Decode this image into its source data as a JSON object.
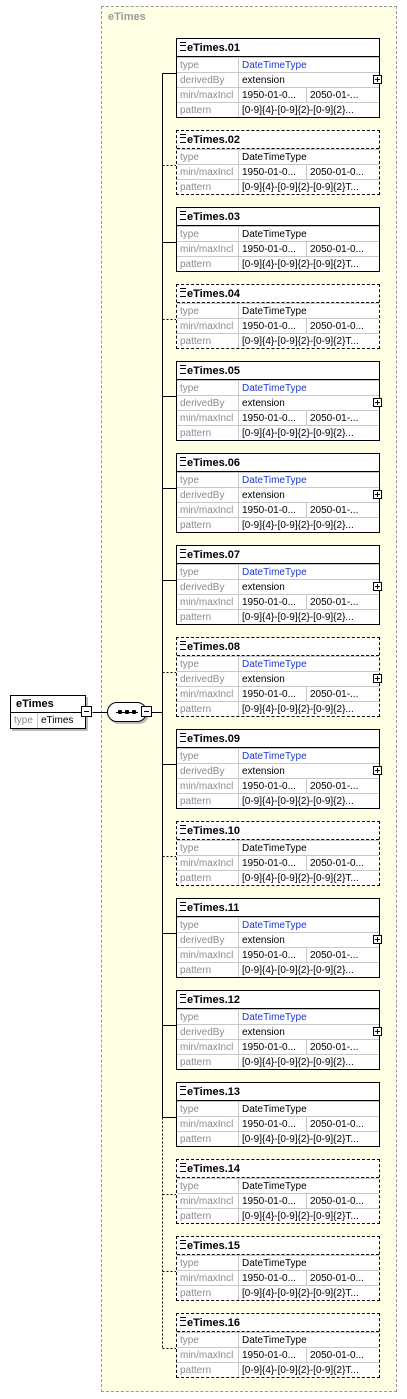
{
  "group": {
    "title": "eTimes"
  },
  "root": {
    "name": "eTimes",
    "type_label": "type",
    "type_value": "eTimes"
  },
  "labels": {
    "type": "type",
    "derivedBy": "derivedBy",
    "minmax": "min/maxIncl",
    "pattern": "pattern"
  },
  "elements": [
    {
      "name": "eTimes.01",
      "optional": false,
      "type": "DateTimeType",
      "type_link": true,
      "derivedBy": "extension",
      "min": "1950-01-0...",
      "max": "2050-01-...",
      "pattern": "[0-9]{4}-[0-9]{2}-[0-9]{2}..."
    },
    {
      "name": "eTimes.02",
      "optional": true,
      "type": "DateTimeType",
      "type_link": false,
      "derivedBy": null,
      "min": "1950-01-0...",
      "max": "2050-01-0...",
      "pattern": "[0-9]{4}-[0-9]{2}-[0-9]{2}T..."
    },
    {
      "name": "eTimes.03",
      "optional": false,
      "type": "DateTimeType",
      "type_link": false,
      "derivedBy": null,
      "min": "1950-01-0...",
      "max": "2050-01-0...",
      "pattern": "[0-9]{4}-[0-9]{2}-[0-9]{2}T..."
    },
    {
      "name": "eTimes.04",
      "optional": true,
      "type": "DateTimeType",
      "type_link": false,
      "derivedBy": null,
      "min": "1950-01-0...",
      "max": "2050-01-0...",
      "pattern": "[0-9]{4}-[0-9]{2}-[0-9]{2}T..."
    },
    {
      "name": "eTimes.05",
      "optional": false,
      "type": "DateTimeType",
      "type_link": true,
      "derivedBy": "extension",
      "min": "1950-01-0...",
      "max": "2050-01-...",
      "pattern": "[0-9]{4}-[0-9]{2}-[0-9]{2}..."
    },
    {
      "name": "eTimes.06",
      "optional": false,
      "type": "DateTimeType",
      "type_link": true,
      "derivedBy": "extension",
      "min": "1950-01-0...",
      "max": "2050-01-...",
      "pattern": "[0-9]{4}-[0-9]{2}-[0-9]{2}..."
    },
    {
      "name": "eTimes.07",
      "optional": false,
      "type": "DateTimeType",
      "type_link": true,
      "derivedBy": "extension",
      "min": "1950-01-0...",
      "max": "2050-01-...",
      "pattern": "[0-9]{4}-[0-9]{2}-[0-9]{2}..."
    },
    {
      "name": "eTimes.08",
      "optional": true,
      "type": "DateTimeType",
      "type_link": true,
      "derivedBy": "extension",
      "min": "1950-01-0...",
      "max": "2050-01-...",
      "pattern": "[0-9]{4}-[0-9]{2}-[0-9]{2}..."
    },
    {
      "name": "eTimes.09",
      "optional": false,
      "type": "DateTimeType",
      "type_link": true,
      "derivedBy": "extension",
      "min": "1950-01-0...",
      "max": "2050-01-...",
      "pattern": "[0-9]{4}-[0-9]{2}-[0-9]{2}..."
    },
    {
      "name": "eTimes.10",
      "optional": true,
      "type": "DateTimeType",
      "type_link": false,
      "derivedBy": null,
      "min": "1950-01-0...",
      "max": "2050-01-0...",
      "pattern": "[0-9]{4}-[0-9]{2}-[0-9]{2}T..."
    },
    {
      "name": "eTimes.11",
      "optional": false,
      "type": "DateTimeType",
      "type_link": true,
      "derivedBy": "extension",
      "min": "1950-01-0...",
      "max": "2050-01-...",
      "pattern": "[0-9]{4}-[0-9]{2}-[0-9]{2}..."
    },
    {
      "name": "eTimes.12",
      "optional": false,
      "type": "DateTimeType",
      "type_link": true,
      "derivedBy": "extension",
      "min": "1950-01-0...",
      "max": "2050-01-...",
      "pattern": "[0-9]{4}-[0-9]{2}-[0-9]{2}..."
    },
    {
      "name": "eTimes.13",
      "optional": false,
      "type": "DateTimeType",
      "type_link": false,
      "derivedBy": null,
      "min": "1950-01-0...",
      "max": "2050-01-0...",
      "pattern": "[0-9]{4}-[0-9]{2}-[0-9]{2}T..."
    },
    {
      "name": "eTimes.14",
      "optional": true,
      "type": "DateTimeType",
      "type_link": false,
      "derivedBy": null,
      "min": "1950-01-0...",
      "max": "2050-01-0...",
      "pattern": "[0-9]{4}-[0-9]{2}-[0-9]{2}T..."
    },
    {
      "name": "eTimes.15",
      "optional": true,
      "type": "DateTimeType",
      "type_link": false,
      "derivedBy": null,
      "min": "1950-01-0...",
      "max": "2050-01-0...",
      "pattern": "[0-9]{4}-[0-9]{2}-[0-9]{2}T..."
    },
    {
      "name": "eTimes.16",
      "optional": true,
      "type": "DateTimeType",
      "type_link": false,
      "derivedBy": null,
      "min": "1950-01-0...",
      "max": "2050-01-0...",
      "pattern": "[0-9]{4}-[0-9]{2}-[0-9]{2}T..."
    }
  ]
}
